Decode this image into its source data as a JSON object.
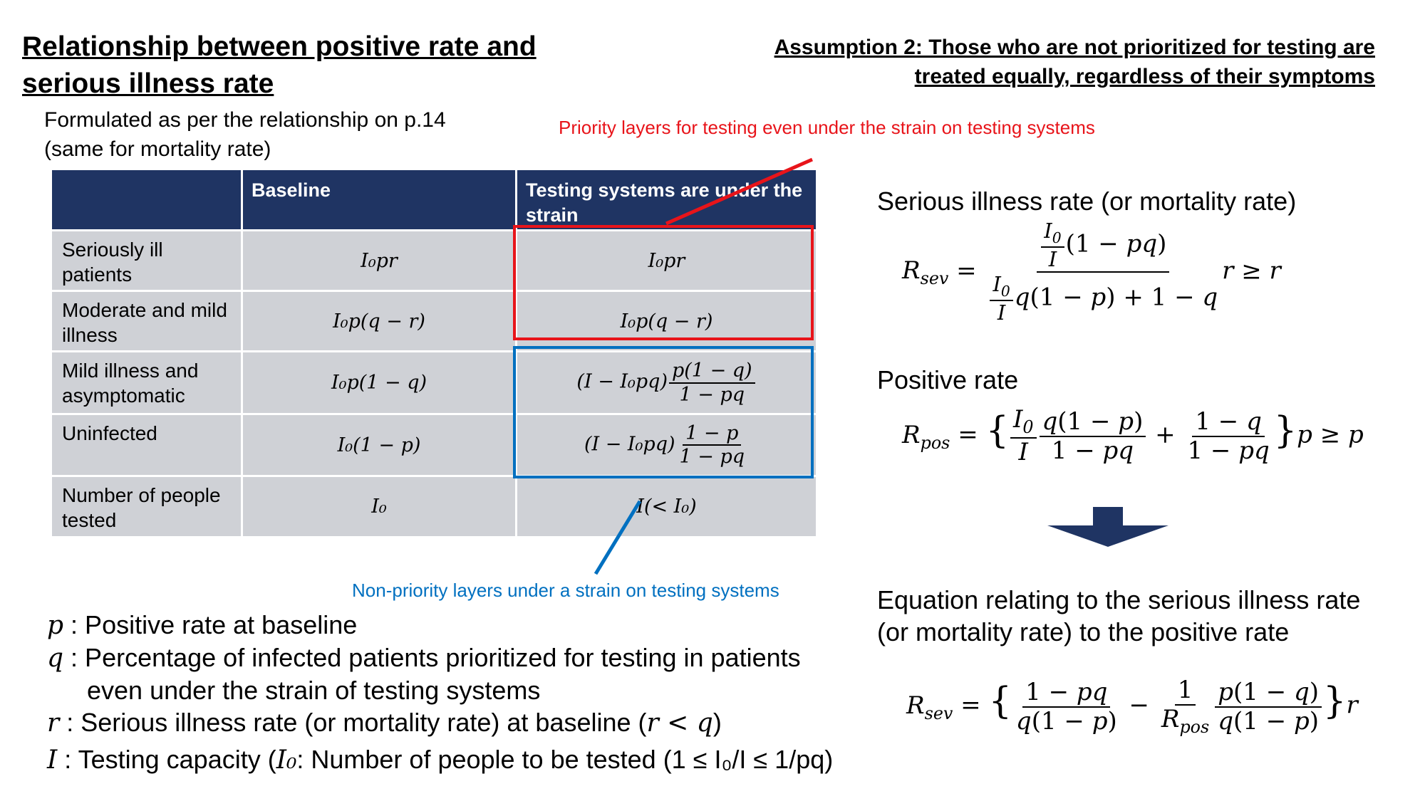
{
  "main_title": {
    "line1": "Relationship between positive rate and",
    "line2": "serious illness rate"
  },
  "assumption": {
    "line1": "Assumption 2: Those who are not prioritized for testing are",
    "line2": "treated equally, regardless of their symptoms"
  },
  "subtitle": {
    "line1": "Formulated as per the relationship on p.14",
    "line2": "(same for mortality rate)"
  },
  "annotations": {
    "priority": "Priority layers for testing even under the strain on testing systems",
    "non_priority": "Non-priority layers under a strain on testing systems"
  },
  "table": {
    "headers": {
      "category": "",
      "baseline": "Baseline",
      "strain": "Testing systems are under the strain"
    },
    "rows": [
      {
        "label": "Seriously ill patients",
        "baseline": "I₀pr",
        "strain": "I₀pr"
      },
      {
        "label": "Moderate and mild illness",
        "baseline": "I₀p(q − r)",
        "strain": "I₀p(q − r)"
      },
      {
        "label": "Mild illness and asymptomatic",
        "baseline": "I₀p(1 − q)",
        "strain_prefix": "(I − I₀pq)",
        "strain_num": "p(1 − q)",
        "strain_den": "1 − pq"
      },
      {
        "label": "Uninfected",
        "baseline": "I₀(1 − p)",
        "strain_prefix": "(I − I₀pq)",
        "strain_num": "1 − p",
        "strain_den": "1 − pq"
      },
      {
        "label": "Number of people tested",
        "baseline": "I₀",
        "strain": "I(< I₀)"
      }
    ]
  },
  "definitions": [
    {
      "symbol": "p",
      "text": " : Positive rate at baseline"
    },
    {
      "symbol": "q",
      "text": " : Percentage of infected patients prioritized for testing in patients"
    },
    {
      "symbol": "",
      "text": "even under the strain of testing systems"
    },
    {
      "symbol": "r",
      "text": " : Serious illness rate (or mortality rate) at baseline (",
      "tail_math": "r < q",
      "tail": ")"
    },
    {
      "symbol": "I",
      "text": " : Testing capacity (",
      "tail_math": "I₀",
      "tail": ": Number of people to be tested (1 ≤ I₀/I ≤ 1/pq)"
    }
  ],
  "right": {
    "sev_heading": "Serious illness rate (or mortality rate)",
    "pos_heading": "Positive rate",
    "eq_heading_line1": "Equation relating to the serious illness rate",
    "eq_heading_line2": "(or mortality rate) to the positive rate"
  },
  "colors": {
    "header_bg": "#1f3463",
    "cell_bg": "#cfd1d6",
    "priority_red": "#e8141a",
    "non_priority_blue": "#0070c0",
    "arrow_navy": "#1f3463"
  },
  "icons": {
    "down_arrow": "down-arrow-icon"
  }
}
